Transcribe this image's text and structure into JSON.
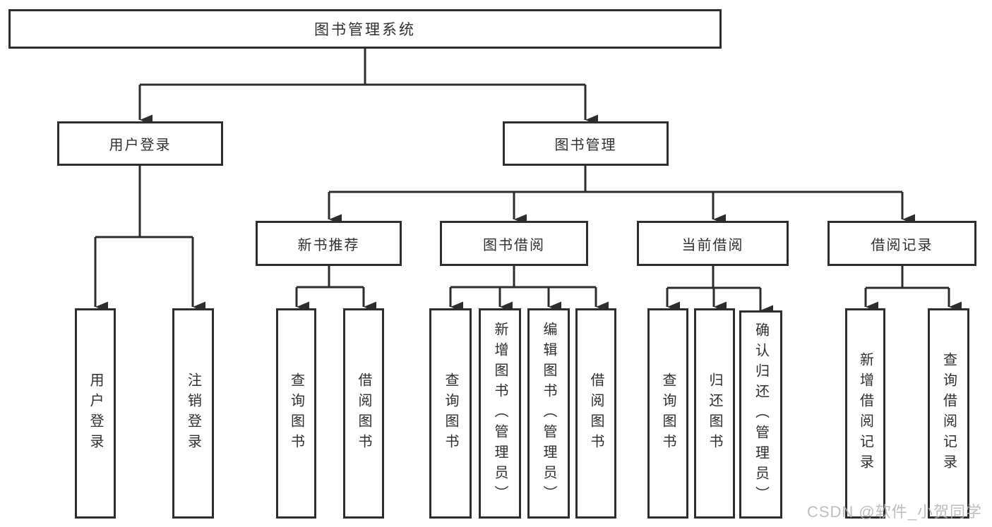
{
  "tree": {
    "label": "图书管理系统",
    "children": [
      {
        "label": "用户登录",
        "children": [
          {
            "label": "用户登录"
          },
          {
            "label": "注销登录"
          }
        ]
      },
      {
        "label": "图书管理",
        "children": [
          {
            "label": "新书推荐",
            "children": [
              {
                "label": "查询图书"
              },
              {
                "label": "借阅图书"
              }
            ]
          },
          {
            "label": "图书借阅",
            "children": [
              {
                "label": "查询图书"
              },
              {
                "label": "新增图书（管理员）"
              },
              {
                "label": "编辑图书（管理员）"
              },
              {
                "label": "借阅图书"
              }
            ]
          },
          {
            "label": "当前借阅",
            "children": [
              {
                "label": "查询图书"
              },
              {
                "label": "归还图书"
              },
              {
                "label": "确认归还（管理员）"
              }
            ]
          },
          {
            "label": "借阅记录",
            "children": [
              {
                "label": "新增借阅记录"
              },
              {
                "label": "查询借阅记录"
              }
            ]
          }
        ]
      }
    ]
  },
  "watermark": {
    "text": "CSDN @软件_小贺同学"
  },
  "colors": {
    "line": "#2d2d2d",
    "text": "#2f2f2f",
    "watermark": "#b3b3b3",
    "background": "#ffffff"
  }
}
